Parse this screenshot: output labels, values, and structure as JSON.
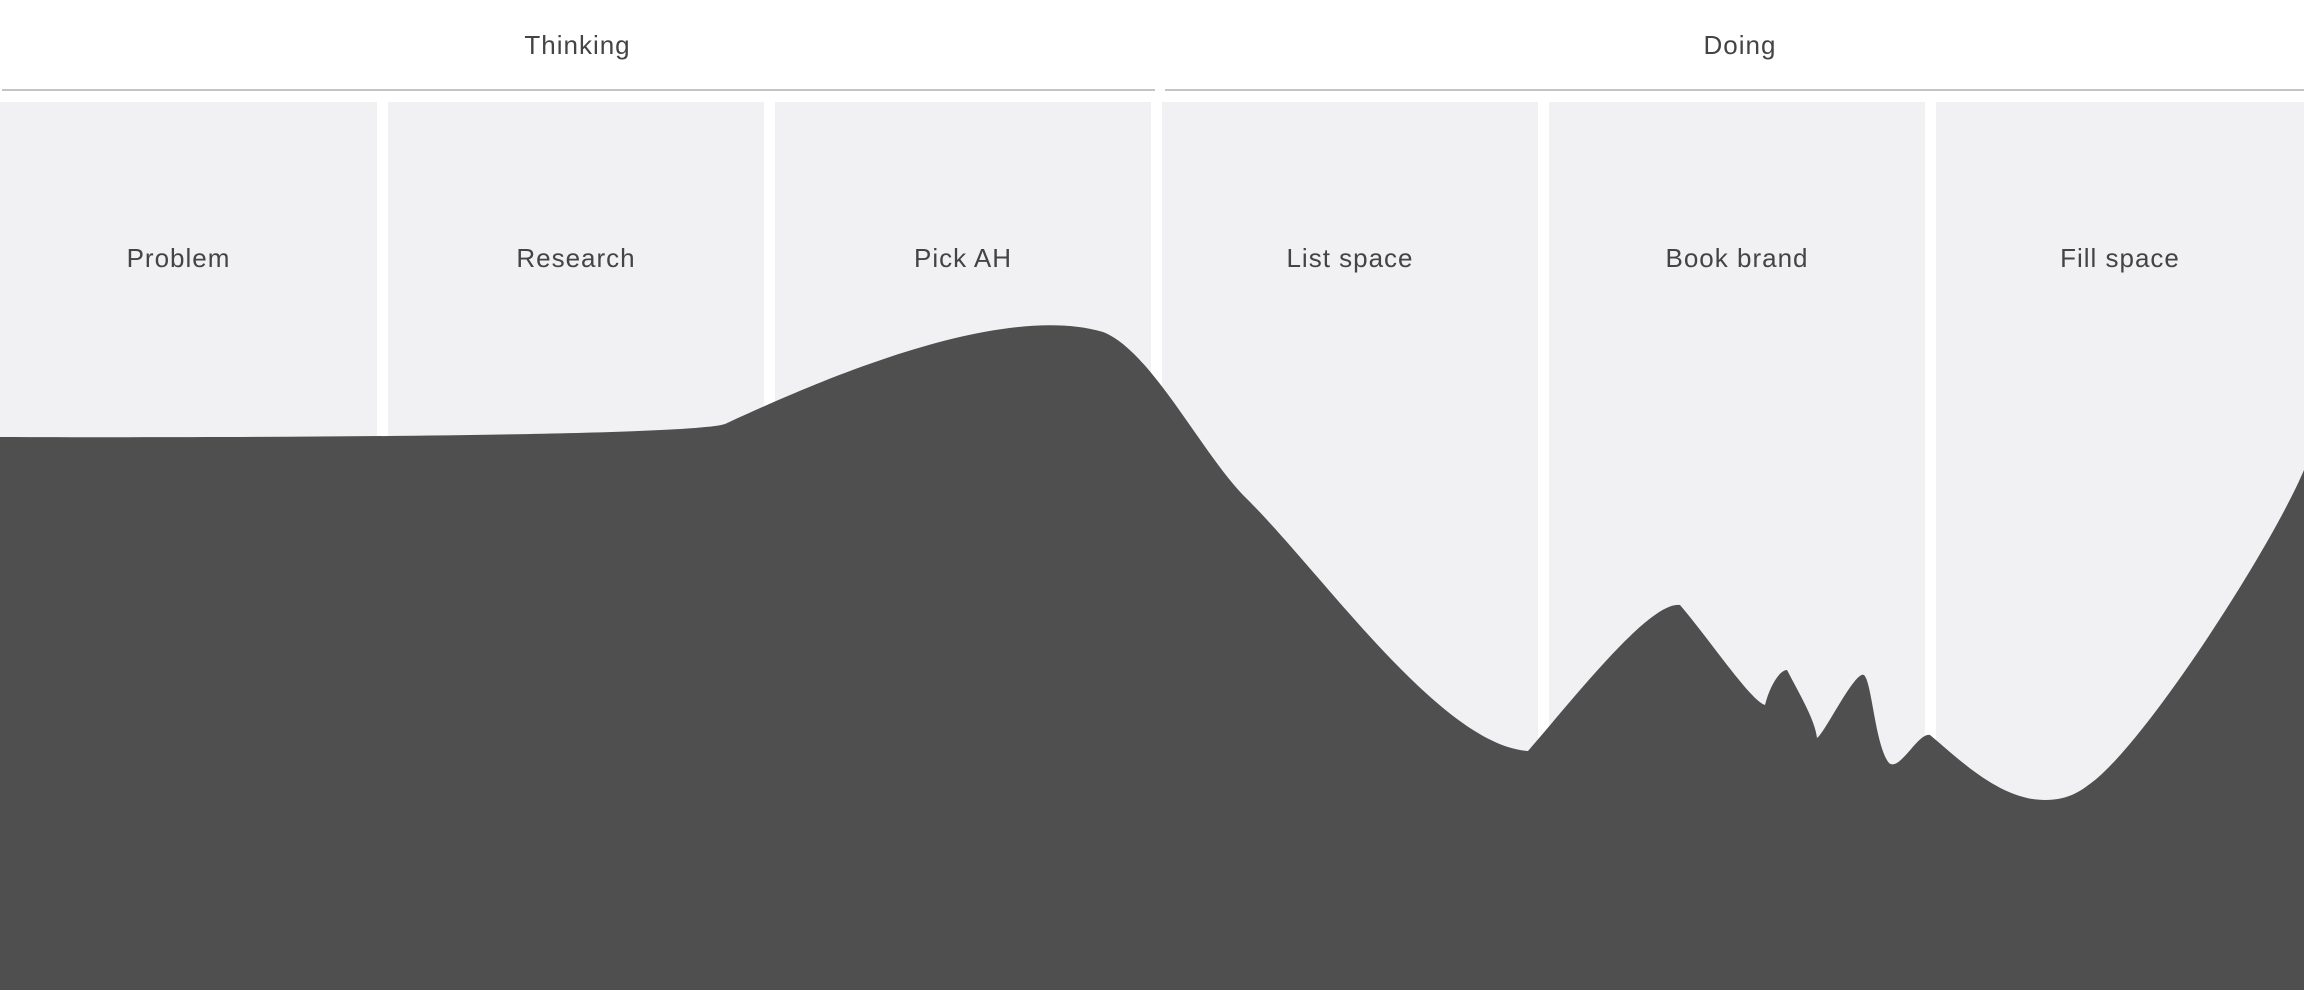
{
  "phases": {
    "thinking": "Thinking",
    "doing": "Doing"
  },
  "stages": [
    "Problem",
    "Research",
    "Pick AH",
    "List space",
    "Book brand",
    "Fill space"
  ],
  "colors": {
    "background": "#ffffff",
    "stage_fill": "#f1f1f3",
    "curve_fill": "#4f4f4f",
    "rule": "#c4c4c4",
    "text": "#444444"
  }
}
